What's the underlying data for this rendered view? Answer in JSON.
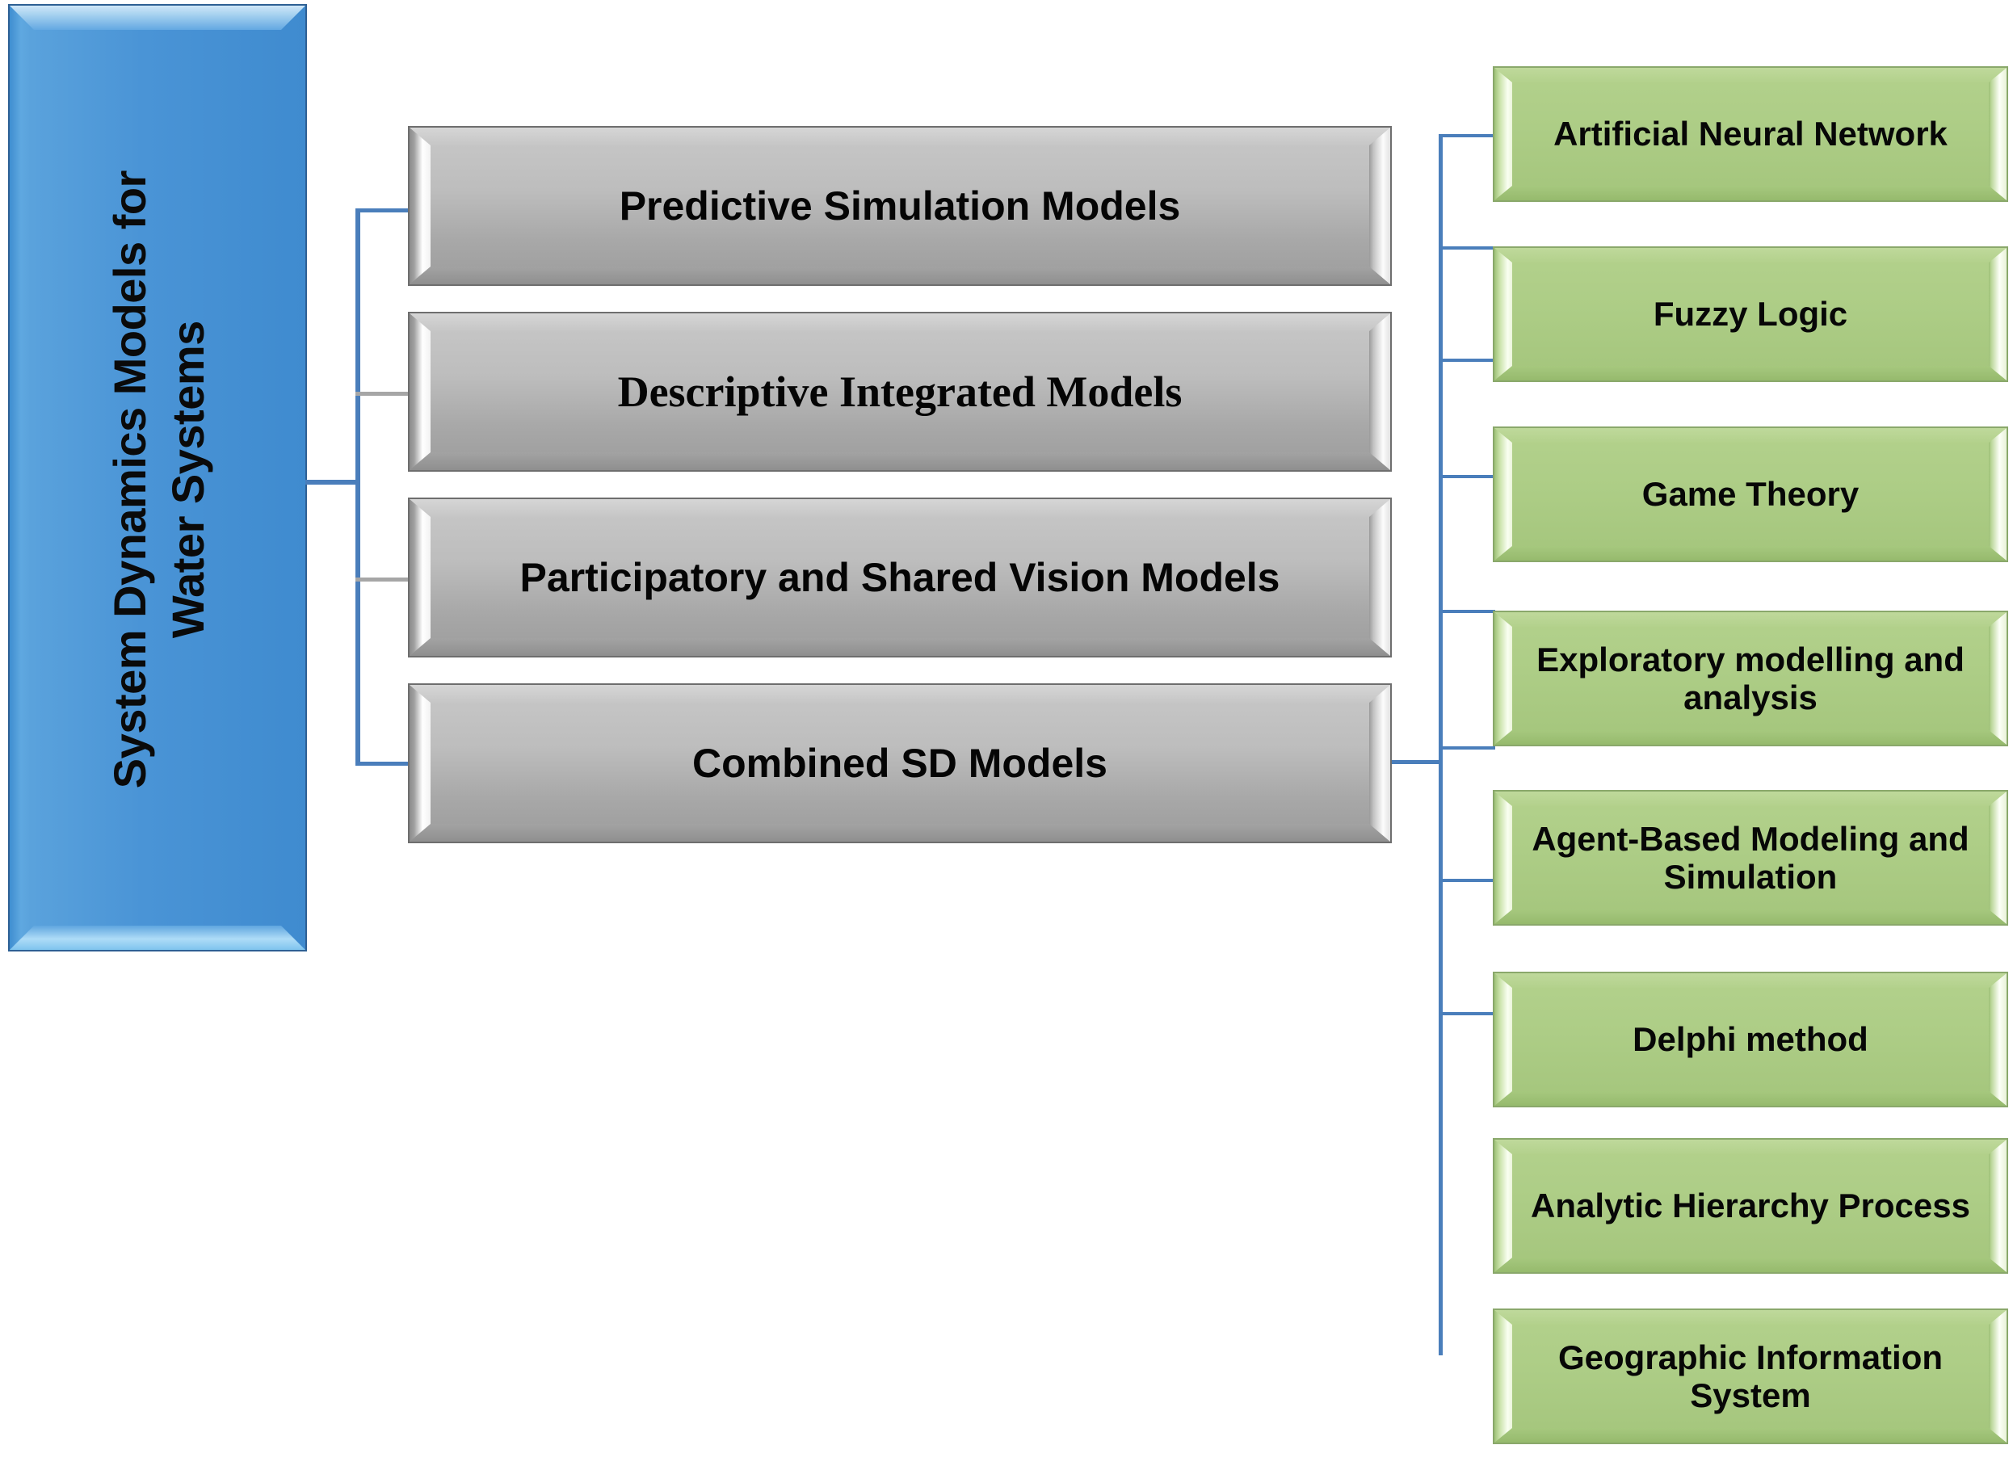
{
  "diagram": {
    "title": "System Dynamics Models for Water Systems",
    "root": {
      "line1": "System Dynamics Models for",
      "line2": "Water Systems",
      "color": "#4A94D6",
      "border_color": "#2E6094"
    },
    "categories": [
      {
        "label": "Predictive Simulation Models",
        "style": "sans"
      },
      {
        "label": "Descriptive Integrated Models",
        "style": "serif"
      },
      {
        "label": "Participatory and Shared Vision Models",
        "style": "sans"
      },
      {
        "label": "Combined SD Models",
        "style": "sans"
      }
    ],
    "category_color": "#B5B5B5",
    "methods": [
      {
        "label": "Artificial Neural Network"
      },
      {
        "label": "Fuzzy Logic"
      },
      {
        "label": "Game Theory"
      },
      {
        "label": "Exploratory modelling and analysis"
      },
      {
        "label": "Agent-Based Modeling and Simulation"
      },
      {
        "label": "Delphi method"
      },
      {
        "label": "Analytic Hierarchy Process"
      },
      {
        "label": "Geographic Information System"
      }
    ],
    "method_color": "#ADCD86",
    "connector_color": "#4A7EBB",
    "connector_color_alt": "#A6A6A6"
  }
}
